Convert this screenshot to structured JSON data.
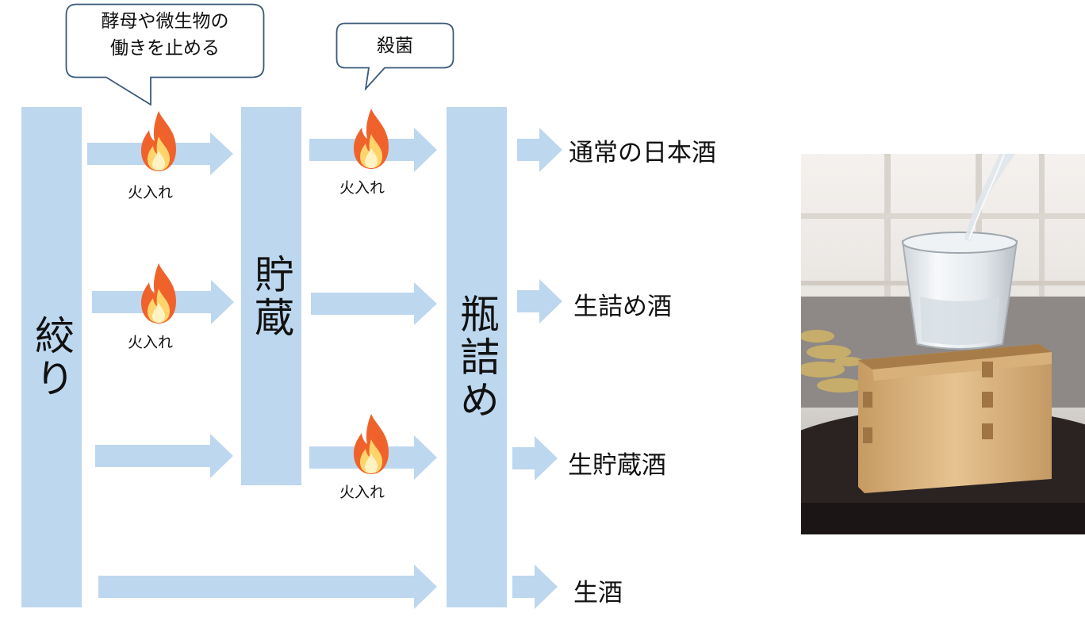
{
  "process": {
    "shibori": "絞り",
    "chozo": "貯蔵",
    "binzume": "瓶詰め"
  },
  "callouts": {
    "first_heating_line1": "酵母や微生物の",
    "first_heating_line2": "働きを止める",
    "second_heating": "殺菌"
  },
  "heating_label": "火入れ",
  "outputs": {
    "normal": "通常の日本酒",
    "namazume": "生詰め酒",
    "namachozo": "生貯蔵酒",
    "namazake": "生酒"
  },
  "colors": {
    "process_fill": "#bdd7ee",
    "callout_border": "#3b5a7a",
    "fire_outer": "#f0622c",
    "fire_inner": "#ffd46a"
  },
  "icons": {
    "fire": "fire-icon",
    "photo": "sake-masu-photo"
  }
}
